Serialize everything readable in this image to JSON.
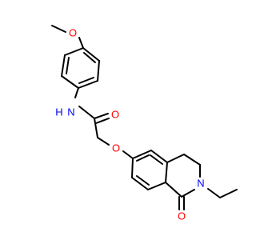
{
  "molecule": {
    "atoms": {
      "o_methoxy": {
        "label": "O",
        "color": "#ff0000"
      },
      "n_amide": {
        "label": "N",
        "color": "#0000ff"
      },
      "h_amide": {
        "label": "H",
        "color": "#0000ff"
      },
      "o_carbonyl_amide": {
        "label": "O",
        "color": "#ff0000"
      },
      "o_ether": {
        "label": "O",
        "color": "#ff0000"
      },
      "n_lactam": {
        "label": "N",
        "color": "#0000ff"
      },
      "o_lactam": {
        "label": "O",
        "color": "#ff0000"
      }
    },
    "bond_color": "#000000"
  }
}
